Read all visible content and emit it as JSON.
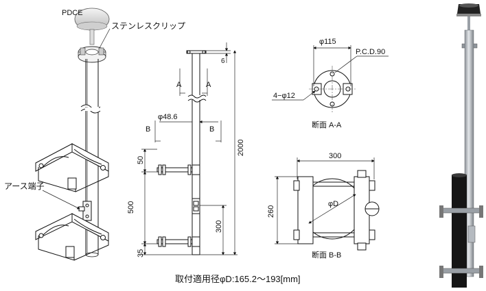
{
  "labels": {
    "pdce": "PDCE",
    "clip": "ステンレスクリップ",
    "earth": "アース端子",
    "caption": "取付適用径φD:165.2〜193[mm]"
  },
  "side_view": {
    "section_a": "A",
    "section_b": "B",
    "diameter": "φ48.6",
    "dim_total": "2000",
    "dim_top": "6",
    "dim_50": "50",
    "dim_500": "500",
    "dim_300": "300",
    "dim_35": "35"
  },
  "section_aa": {
    "title": "断面 A-A",
    "outer_dia": "φ115",
    "pcd": "P.C.D.90",
    "holes": "4−φ12"
  },
  "section_bb": {
    "title": "断面 B-B",
    "width": "300",
    "height": "260",
    "pipe": "φD"
  },
  "colors": {
    "line": "#111111",
    "pole_photo": "#b9bec4",
    "photo_dark": "#1a1a1a"
  }
}
